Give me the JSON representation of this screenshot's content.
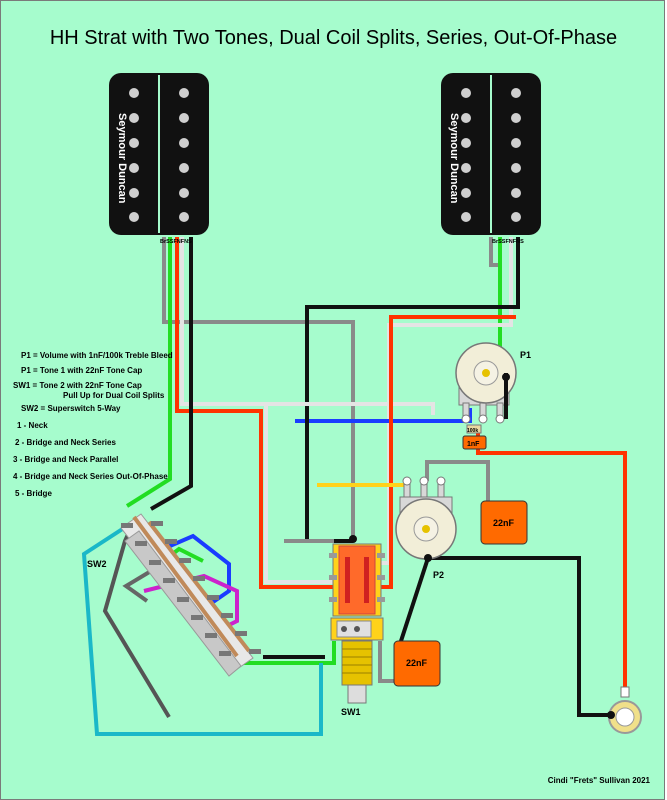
{
  "title": "HH Strat with Two Tones, Dual Coil Splits, Series, Out-Of-Phase",
  "pickups": [
    {
      "brand": "Seymour Duncan",
      "wire_label": "BrSSFNFNS"
    },
    {
      "brand": "Seymour Duncan",
      "wire_label": "BrSSFNFNS"
    }
  ],
  "legend": [
    {
      "text": "P1 = Volume with 1nF/100k Treble Bleed"
    },
    {
      "text": "P1 = Tone 1 with 22nF Tone Cap"
    },
    {
      "text": "SW1 = Tone 2 with 22nF Tone Cap"
    },
    {
      "text": "Pull Up for Dual Coil Splits"
    },
    {
      "text": "SW2 = Superswitch 5-Way"
    },
    {
      "text": "1 - Neck"
    },
    {
      "text": "2 - Bridge and Neck Series"
    },
    {
      "text": "3 - Bridge and Neck Parallel"
    },
    {
      "text": "4 - Bridge and Neck Series Out-Of-Phase"
    },
    {
      "text": "5 - Bridge"
    }
  ],
  "components": {
    "p1_label": "P1",
    "p2_label": "P2",
    "sw1_label": "SW1",
    "sw2_label": "SW2",
    "cap_22nf_label": "22nF",
    "cap_22nf_2_label": "22nF",
    "cap_1nf_label": "1nF",
    "resistor_label": "100k"
  },
  "credit": "Cindi \"Frets\" Sullivan 2021",
  "colors": {
    "background": "#a6fccd",
    "pickup": "#000000",
    "cap": "#ff6a00",
    "wire_red": "#ff3300",
    "wire_green": "#22dd22",
    "wire_blue": "#1a3cff",
    "wire_cyan": "#1ab8c8",
    "wire_yellow": "#ffd21a",
    "wire_purple": "#cc22cc",
    "wire_gray": "#8a8a8a",
    "wire_white": "#e4e4e4",
    "wire_black": "#111111"
  }
}
